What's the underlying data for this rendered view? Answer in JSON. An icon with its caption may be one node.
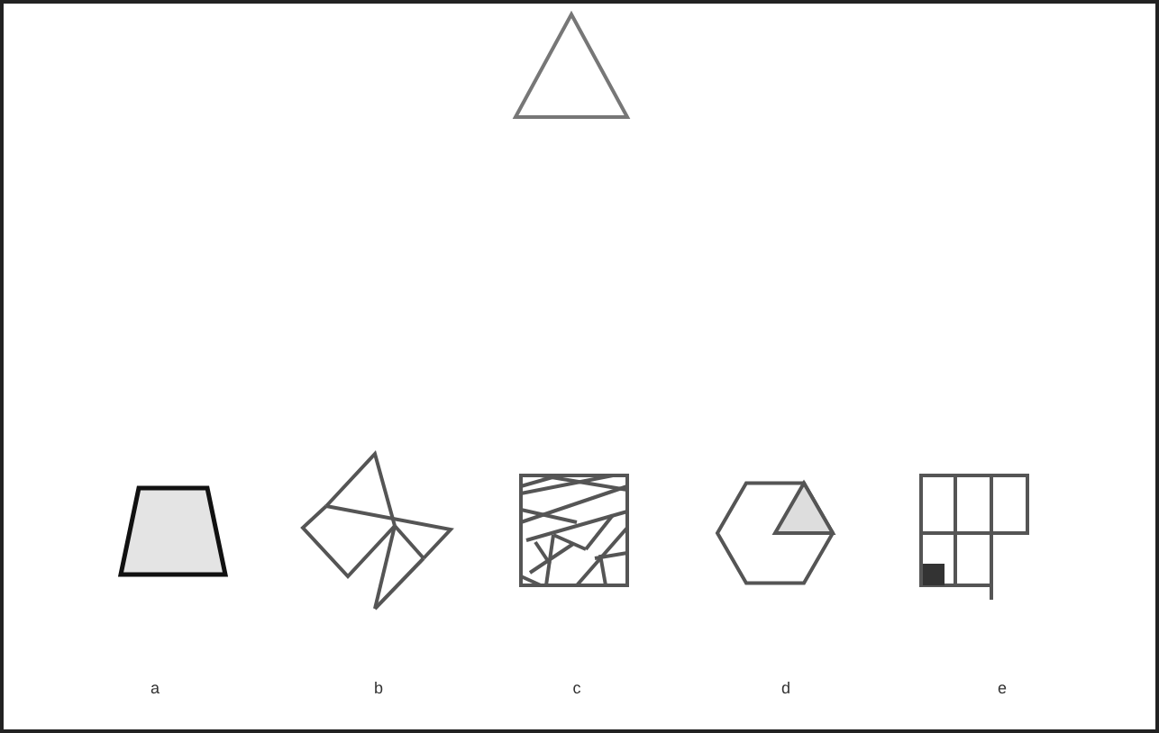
{
  "diagram": {
    "labels": [
      "a",
      "b",
      "c",
      "d",
      "e"
    ]
  }
}
